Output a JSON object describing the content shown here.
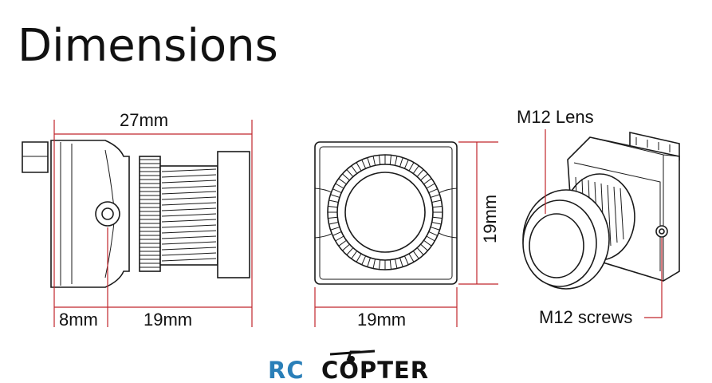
{
  "title": "Dimensions",
  "side_view": {
    "overall_length": "27mm",
    "body_length": "8mm",
    "lens_length": "19mm"
  },
  "front_view": {
    "width": "19mm",
    "height": "19mm"
  },
  "perspective_view": {
    "lens_callout": "M12 Lens",
    "screws_callout": "M12 screws"
  },
  "logo": {
    "part1": "RC",
    "part2": "COPTER",
    "color_primary": "#2a7fb8",
    "color_secondary": "#111111"
  },
  "colors": {
    "dimension_line": "#c0262c",
    "drawing_line": "#1a1a1a"
  }
}
